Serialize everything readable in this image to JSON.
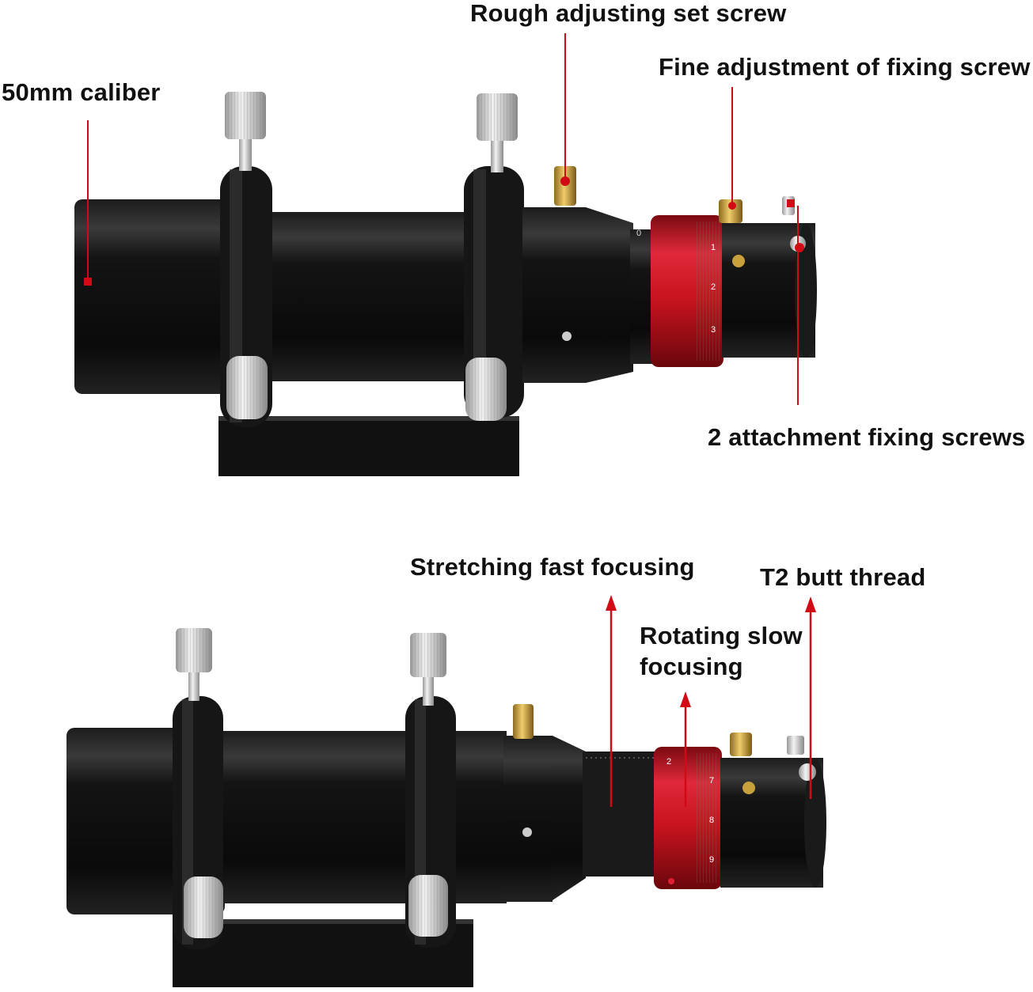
{
  "labels": {
    "caliber": "50mm caliber",
    "rough": "Rough adjusting set screw",
    "fine": "Fine adjustment of fixing screw",
    "attach": "2 attachment fixing screws",
    "stretch": "Stretching fast focusing",
    "rotate_line1": "Rotating slow",
    "rotate_line2": "focusing",
    "t2": "T2 butt thread"
  },
  "scale_digits_top": [
    "0",
    "1",
    "2",
    "3"
  ],
  "scale_digits_bottom": [
    "2",
    "7",
    "8",
    "9"
  ],
  "colors": {
    "tube": "#0e0e0e",
    "ring": "#c8141e",
    "brass": "#c9a13c",
    "silver": "#d6d6d6",
    "annotation": "#d20a16"
  },
  "icons": {
    "knob": "knurled-knob-icon",
    "arrow": "up-arrow-icon",
    "dot": "red-dot-icon"
  }
}
